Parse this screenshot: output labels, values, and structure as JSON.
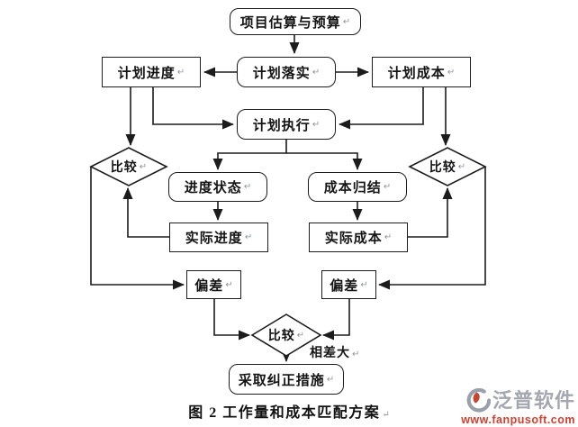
{
  "diagram": {
    "return_mark": "↵",
    "nodes": {
      "project_estimate": {
        "label": "项目估算与预算"
      },
      "plan_schedule": {
        "label": "计划进度"
      },
      "plan_implement": {
        "label": "计划落实"
      },
      "plan_cost": {
        "label": "计划成本"
      },
      "plan_execute": {
        "label": "计划执行"
      },
      "compare_left": {
        "label": "比较"
      },
      "compare_right": {
        "label": "比较"
      },
      "schedule_status": {
        "label": "进度状态"
      },
      "cost_summary": {
        "label": "成本归结"
      },
      "actual_schedule": {
        "label": "实际进度"
      },
      "actual_cost": {
        "label": "实际成本"
      },
      "deviation_left": {
        "label": "偏差"
      },
      "deviation_right": {
        "label": "偏差"
      },
      "compare_bottom": {
        "label": "比较"
      },
      "corrective_action": {
        "label": "采取纠正措施"
      }
    },
    "edge_labels": {
      "large_difference": "相差大"
    },
    "caption": "图 2  工作量和成本匹配方案",
    "colors": {
      "line": "#1c1c1c",
      "text": "#141414",
      "return_mark": "#8e93a6"
    }
  },
  "watermark": {
    "brand": "泛普软件",
    "url": "www.fanpusoft.com",
    "brand_color": "#a4a7b0",
    "url_color": "#cf4030"
  }
}
